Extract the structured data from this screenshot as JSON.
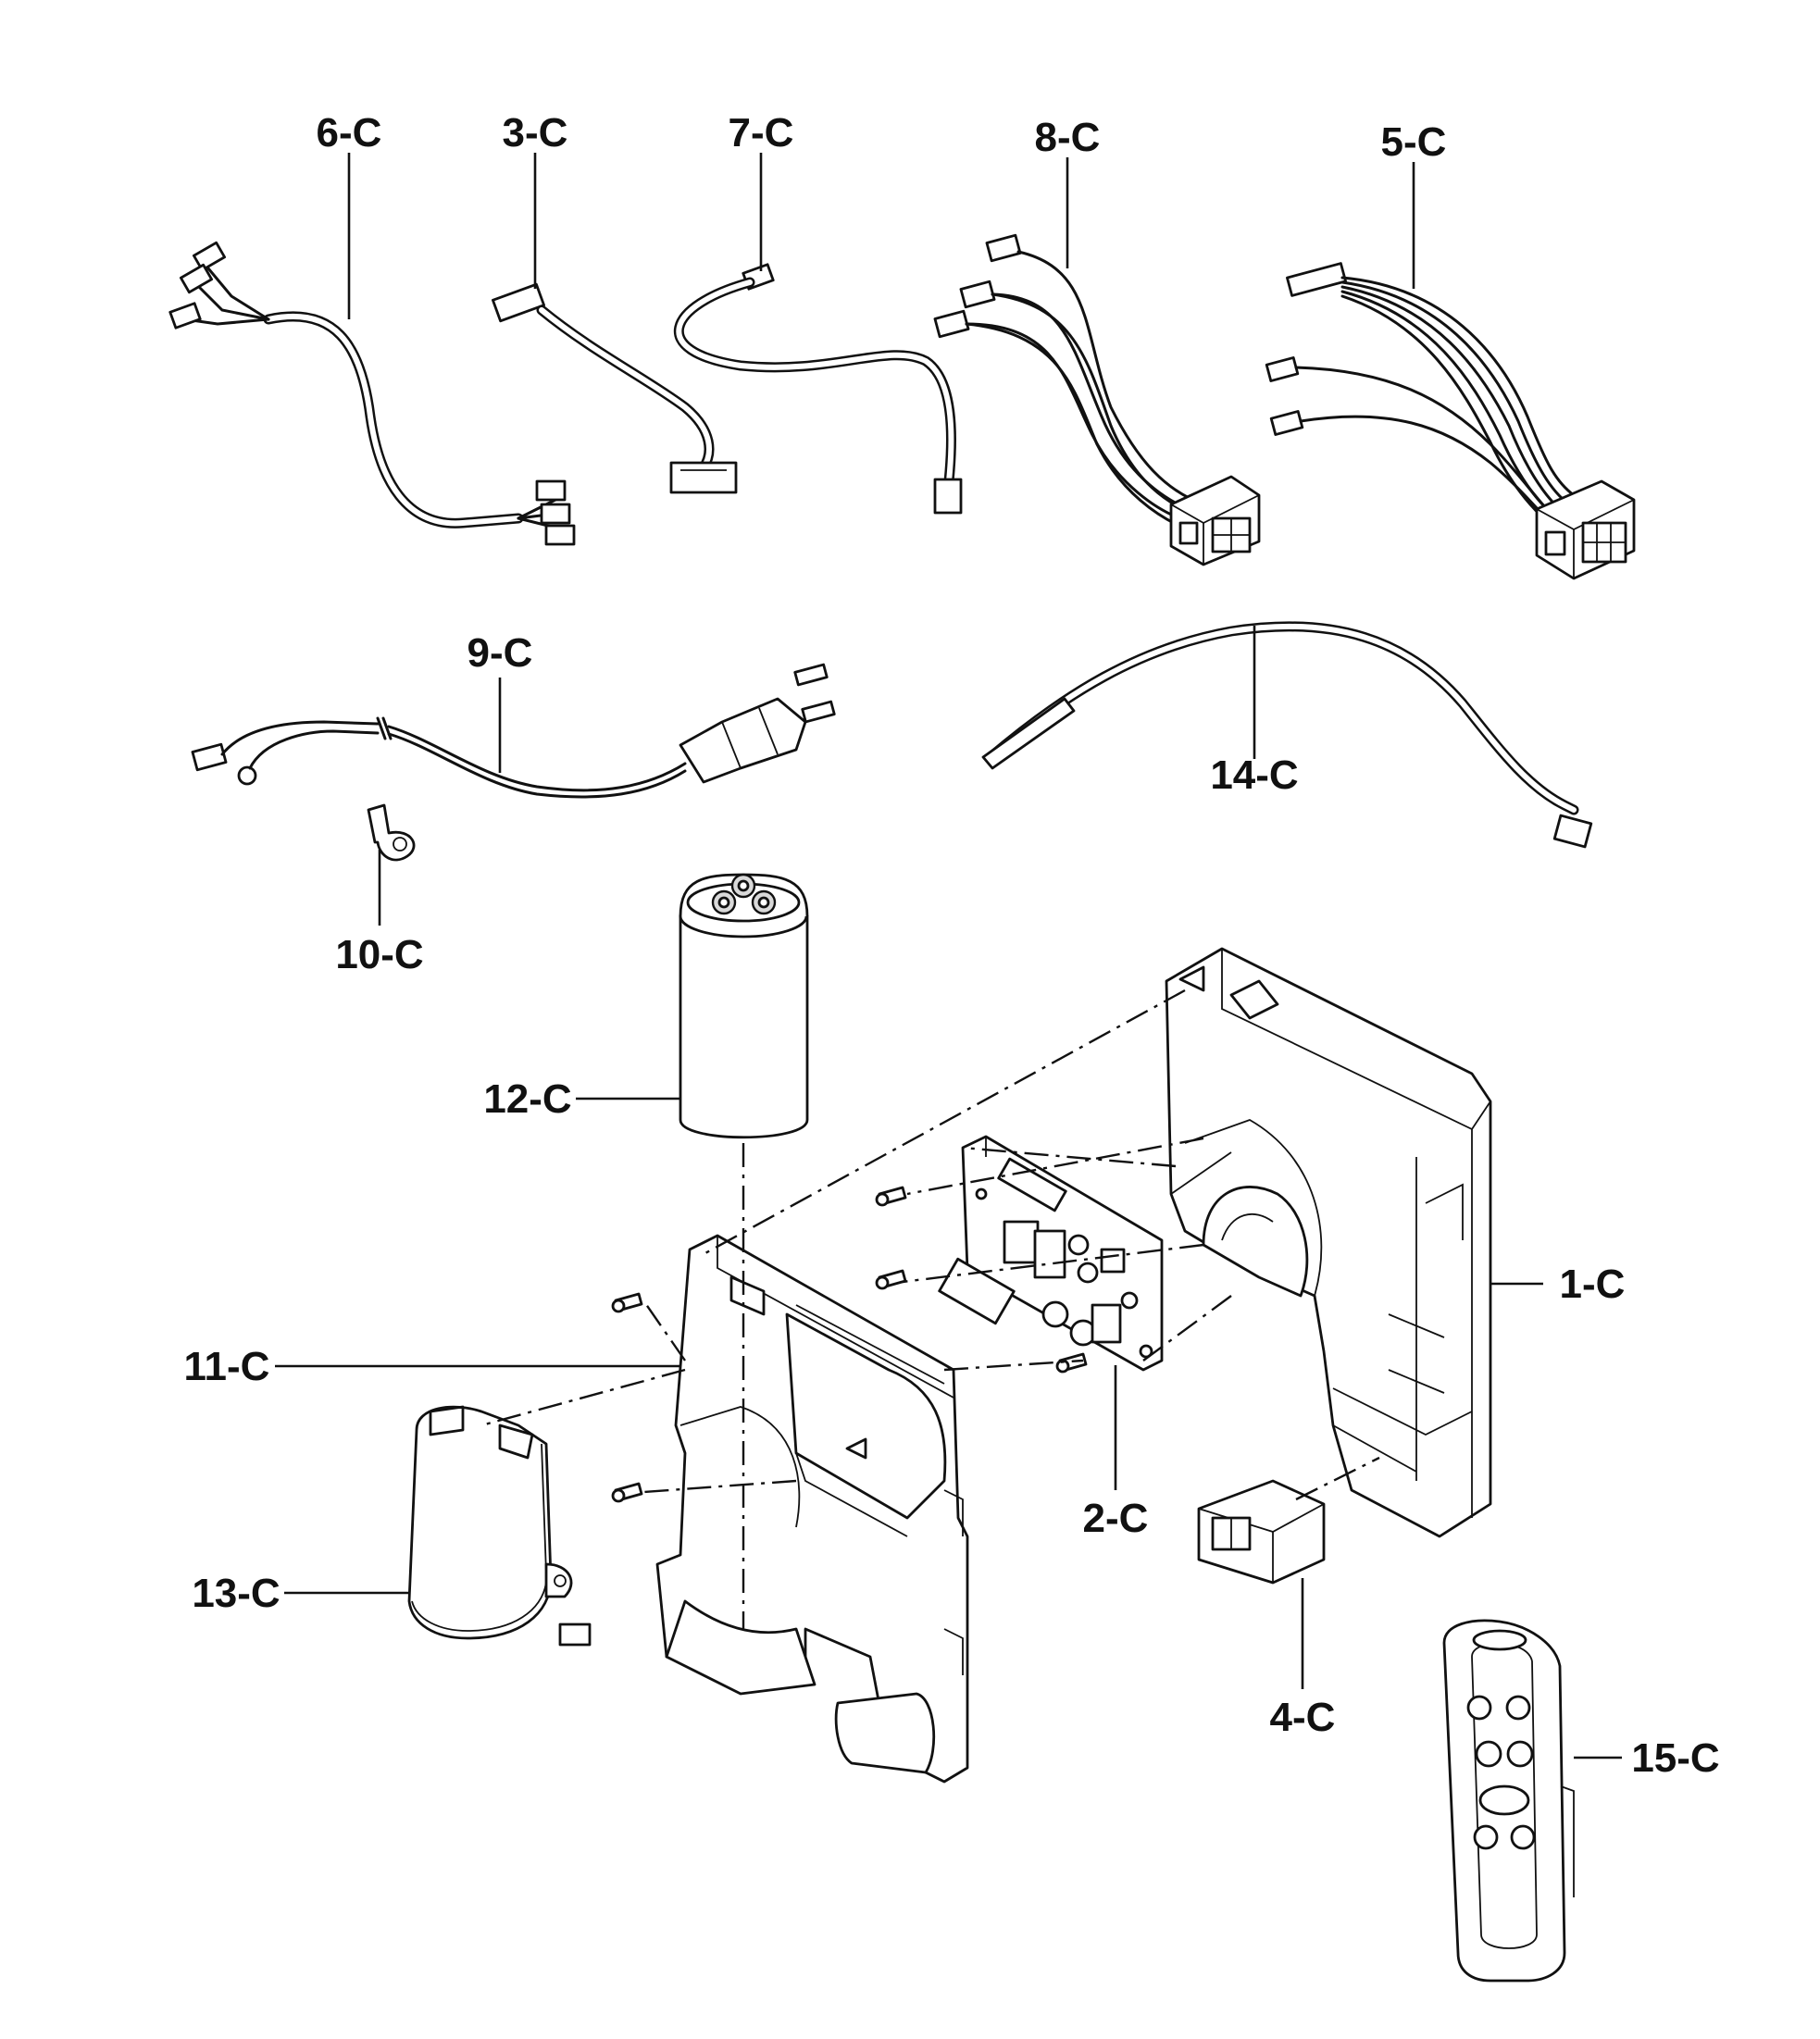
{
  "parts": [
    {
      "label": "6-C"
    },
    {
      "label": "3-C"
    },
    {
      "label": "7-C"
    },
    {
      "label": "8-C"
    },
    {
      "label": "5-C"
    },
    {
      "label": "9-C"
    },
    {
      "label": "14-C"
    },
    {
      "label": "10-C"
    },
    {
      "label": "12-C"
    },
    {
      "label": "1-C"
    },
    {
      "label": "11-C"
    },
    {
      "label": "2-C"
    },
    {
      "label": "13-C"
    },
    {
      "label": "4-C"
    },
    {
      "label": "15-C"
    }
  ]
}
